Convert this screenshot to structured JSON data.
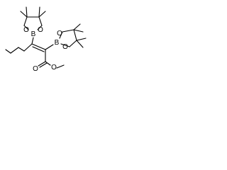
{
  "atoms": {
    "boron_1": "B",
    "boron_2": "B",
    "oxygen_1a": "O",
    "oxygen_1b": "O",
    "oxygen_2a": "O",
    "oxygen_2b": "O",
    "ester_carbonyl_oxygen": "O",
    "ester_methoxy_oxygen": "O"
  }
}
